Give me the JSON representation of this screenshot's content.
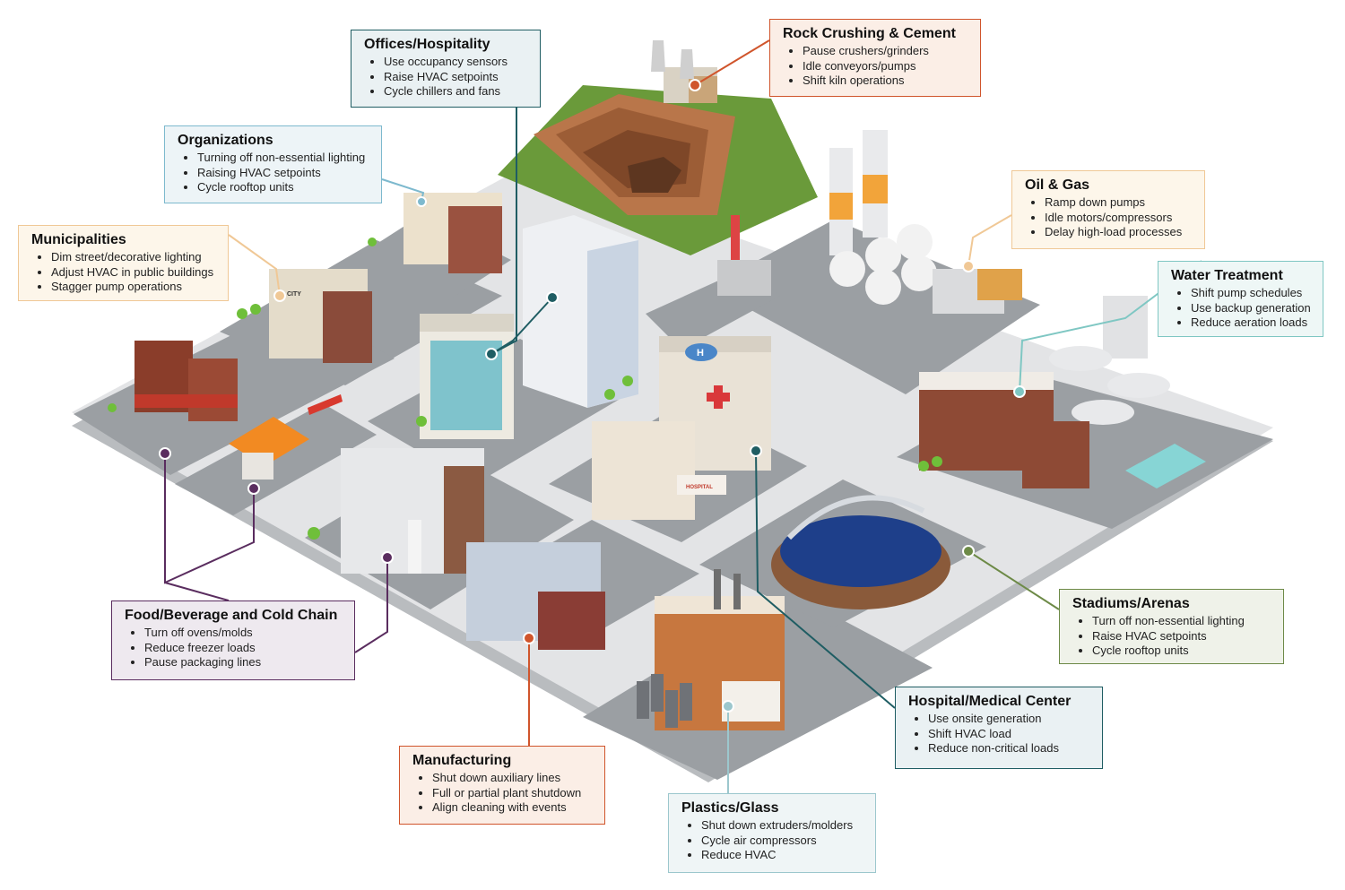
{
  "callouts": {
    "offices": {
      "title": "Offices/Hospitality",
      "items": [
        "Use occupancy sensors",
        "Raise HVAC setpoints",
        "Cycle chillers and fans"
      ]
    },
    "rock": {
      "title": "Rock Crushing & Cement",
      "items": [
        "Pause crushers/grinders",
        "Idle conveyors/pumps",
        "Shift kiln operations"
      ]
    },
    "organizations": {
      "title": "Organizations",
      "items": [
        "Turning off non-essential lighting",
        "Raising HVAC setpoints",
        "Cycle rooftop units"
      ]
    },
    "oil": {
      "title": "Oil & Gas",
      "items": [
        "Ramp down pumps",
        "Idle motors/compressors",
        "Delay high-load processes"
      ]
    },
    "municipalities": {
      "title": "Municipalities",
      "items": [
        "Dim street/decorative lighting",
        "Adjust HVAC in public buildings",
        "Stagger pump operations"
      ]
    },
    "water": {
      "title": "Water Treatment",
      "items": [
        "Shift pump schedules",
        "Use backup generation",
        "Reduce aeration loads"
      ]
    },
    "stadiums": {
      "title": "Stadiums/Arenas",
      "items": [
        "Turn off non-essential lighting",
        "Raise HVAC setpoints",
        "Cycle rooftop units"
      ]
    },
    "food": {
      "title": "Food/Beverage and Cold Chain",
      "items": [
        "Turn off ovens/molds",
        "Reduce freezer loads",
        "Pause packaging lines"
      ]
    },
    "hospital": {
      "title": "Hospital/Medical Center",
      "items": [
        "Use onsite generation",
        "Shift HVAC load",
        "Reduce non-critical loads"
      ]
    },
    "manufacturing": {
      "title": "Manufacturing",
      "items": [
        "Shut down auxiliary lines",
        "Full or partial plant shutdown",
        "Align cleaning with events"
      ]
    },
    "plastics": {
      "title": "Plastics/Glass",
      "items": [
        "Shut down extruders/molders",
        "Cycle air compressors",
        "Reduce HVAC"
      ]
    }
  },
  "signs": {
    "city": "CITY",
    "hospital_sign": "HOSPITAL",
    "helipad": "H"
  },
  "colors": {
    "offices": "#1f5d63",
    "rock": "#d0552c",
    "organizations": "#7db9ce",
    "oil": "#f0c896",
    "municipalities": "#f0c896",
    "water": "#7fc7c3",
    "stadiums": "#6d8a47",
    "food": "#5a2d5f",
    "hospital": "#1f5d63",
    "manufacturing": "#d0552c",
    "plastics": "#9cc7cd"
  }
}
